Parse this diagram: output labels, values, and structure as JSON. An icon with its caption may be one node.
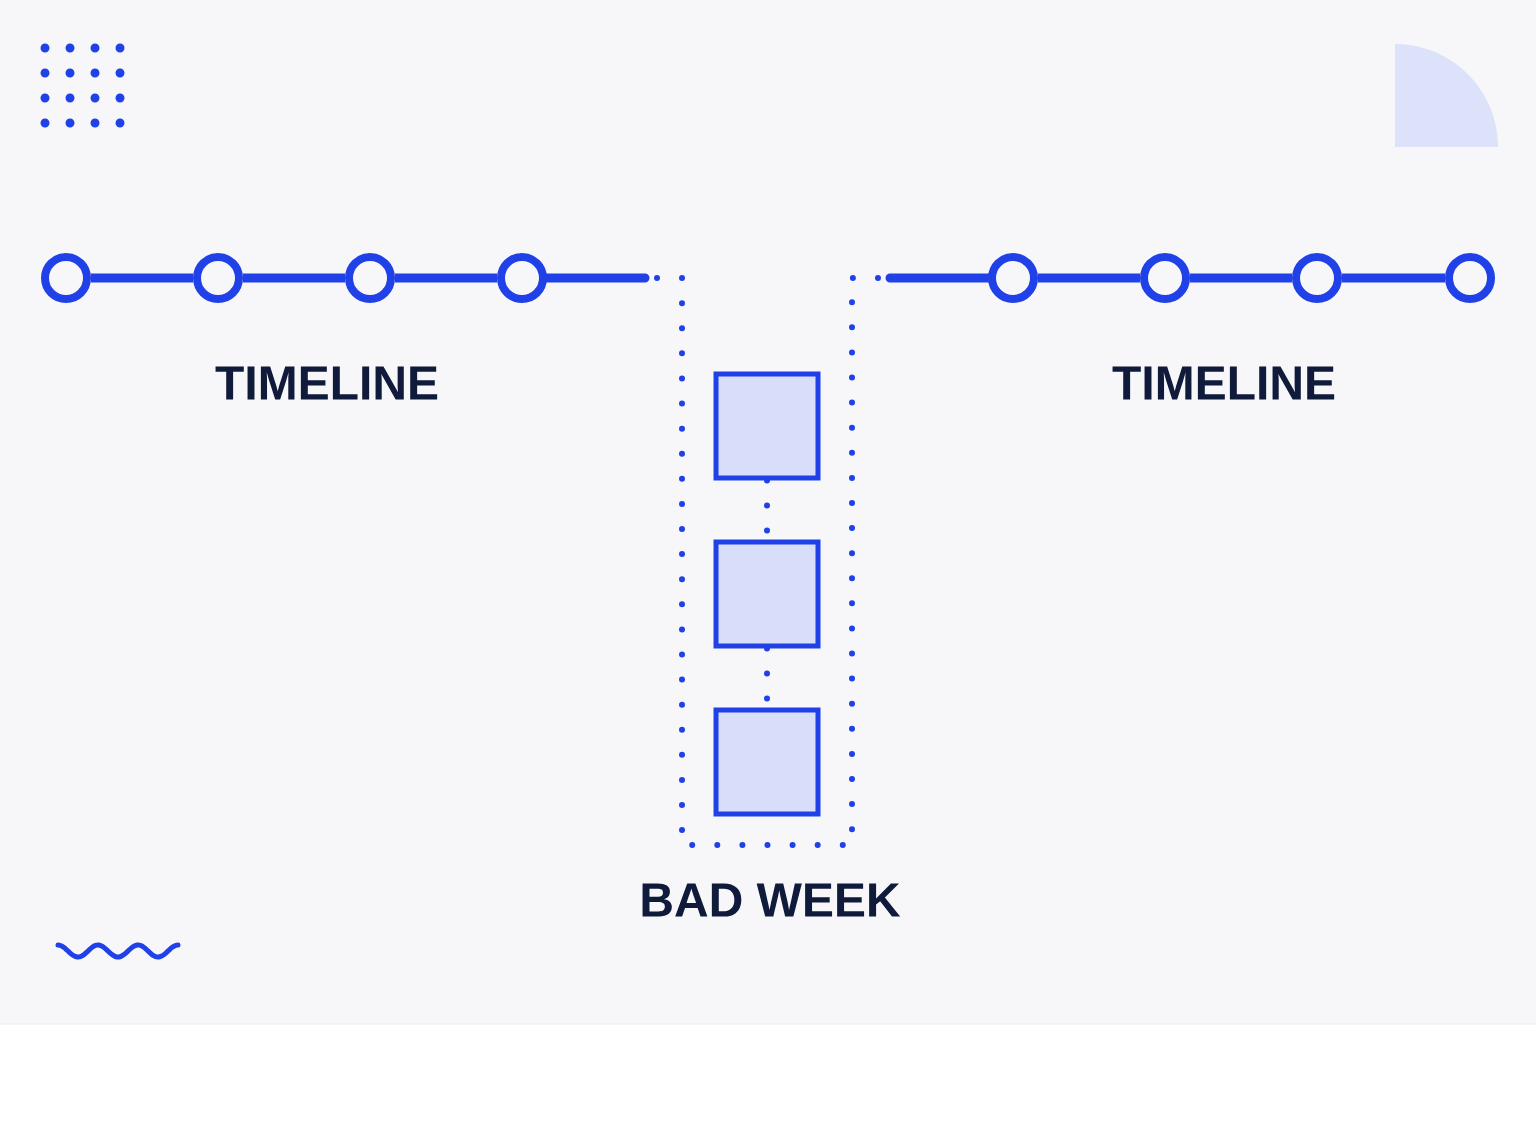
{
  "diagram": {
    "nodes": [
      {
        "text": [],
        "shape": "circle"
      },
      {
        "text": [],
        "shape": "circle"
      },
      {
        "text": [],
        "shape": "circle"
      },
      {
        "text": [],
        "shape": "circle"
      },
      {
        "text": [],
        "shape": "circle"
      },
      {
        "text": [],
        "shape": "circle"
      },
      {
        "text": [],
        "shape": "circle"
      },
      {
        "text": [],
        "shape": "circle"
      },
      {
        "text": [],
        "shape": "box"
      },
      {
        "text": [],
        "shape": "box"
      },
      {
        "text": [],
        "shape": "box"
      }
    ],
    "edges": [
      {
        "from": 0,
        "to": 1,
        "arrow": "none"
      },
      {
        "from": 1,
        "to": 2,
        "arrow": "none"
      },
      {
        "from": 2,
        "to": 3,
        "arrow": "none"
      },
      {
        "from": 3,
        "to": 4,
        "arrow": "none",
        "style": "dashed"
      },
      {
        "from": 4,
        "to": 5,
        "arrow": "none"
      },
      {
        "from": 5,
        "to": 6,
        "arrow": "none"
      },
      {
        "from": 6,
        "to": 7,
        "arrow": "none"
      },
      {
        "from": 8,
        "to": 9,
        "arrow": "none",
        "style": "dashed"
      },
      {
        "from": 9,
        "to": 10,
        "arrow": "none",
        "style": "dashed"
      }
    ],
    "labels": [
      "TIMELINE",
      "TIMELINE",
      "BAD WEEK"
    ]
  }
}
